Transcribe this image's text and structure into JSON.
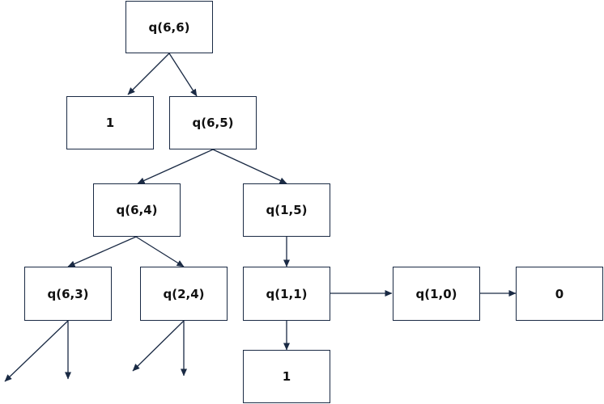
{
  "colors": {
    "stroke": "#1a2a44",
    "node_fill": "#ffffff",
    "text": "#111111"
  },
  "nodes": {
    "q66": "q(6,6)",
    "one_top": "1",
    "q65": "q(6,5)",
    "q64": "q(6,4)",
    "q15": "q(1,5)",
    "q63": "q(6,3)",
    "q24": "q(2,4)",
    "q11": "q(1,1)",
    "q10": "q(1,0)",
    "zero": "0",
    "one_bottom": "1"
  },
  "edges": [
    [
      "q66",
      "one_top"
    ],
    [
      "q66",
      "q65"
    ],
    [
      "q65",
      "q64"
    ],
    [
      "q65",
      "q15"
    ],
    [
      "q64",
      "q63"
    ],
    [
      "q64",
      "q24"
    ],
    [
      "q15",
      "q11"
    ],
    [
      "q11",
      "q10"
    ],
    [
      "q10",
      "zero"
    ],
    [
      "q11",
      "one_bottom"
    ],
    [
      "q63",
      "offpage"
    ],
    [
      "q63",
      "offpage"
    ],
    [
      "q24",
      "offpage"
    ],
    [
      "q24",
      "offpage"
    ]
  ]
}
